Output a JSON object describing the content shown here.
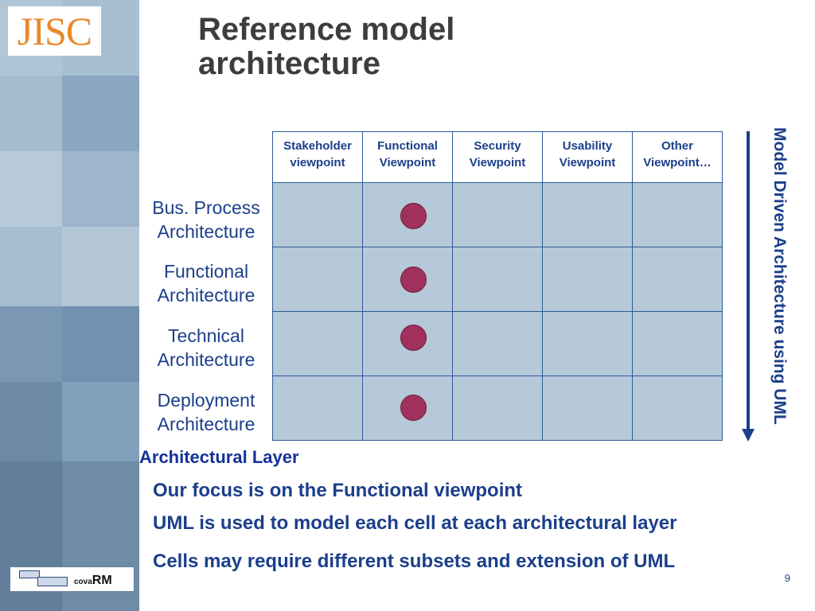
{
  "title_line1": "Reference model",
  "title_line2": "architecture",
  "logos": {
    "jisc": "JISC",
    "cova_small": "cova",
    "cova_big": "RM"
  },
  "viewpoints": [
    {
      "line1": "Stakeholder",
      "line2": "viewpoint"
    },
    {
      "line1": "Functional",
      "line2": "Viewpoint"
    },
    {
      "line1": "Security",
      "line2": "Viewpoint"
    },
    {
      "line1": "Usability",
      "line2": "Viewpoint"
    },
    {
      "line1": "Other",
      "line2": "Viewpoint…"
    }
  ],
  "layers": [
    {
      "line1": "Bus. Process",
      "line2": "Architecture"
    },
    {
      "line1": "Functional",
      "line2": "Architecture"
    },
    {
      "line1": "Technical",
      "line2": "Architecture"
    },
    {
      "line1": "Deployment",
      "line2": "Architecture"
    }
  ],
  "marked_column": "Functional",
  "axis_label": "Architectural Layer",
  "side_label": "Model Driven Architecture using UML",
  "bullets": [
    "Our focus is on the Functional viewpoint",
    "UML is used to model each cell at each architectural layer",
    "Cells may require different subsets and extension of UML"
  ],
  "page_number": "9",
  "colors": {
    "accent": "#1b3f8a",
    "cell_fill": "#b5c9d9",
    "marker": "#a0305c",
    "logo_orange": "#e8892a"
  }
}
